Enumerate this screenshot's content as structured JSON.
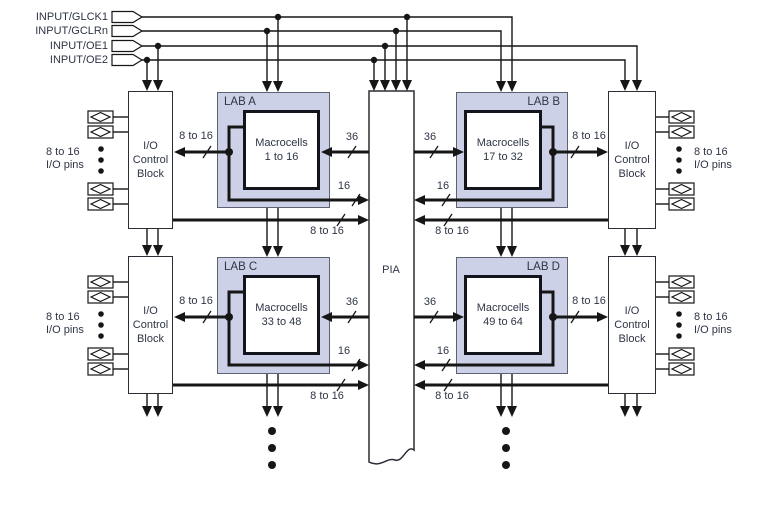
{
  "inputs": {
    "i1": "INPUT/GLCK1",
    "i2": "INPUT/GCLRn",
    "i3": "INPUT/OE1",
    "i4": "INPUT/OE2"
  },
  "labs": {
    "a": {
      "name": "LAB A",
      "title": "Macrocells",
      "range": "1 to 16"
    },
    "b": {
      "name": "LAB B",
      "title": "Macrocells",
      "range": "17 to 32"
    },
    "c": {
      "name": "LAB C",
      "title": "Macrocells",
      "range": "33 to 48"
    },
    "d": {
      "name": "LAB D",
      "title": "Macrocells",
      "range": "49 to 64"
    }
  },
  "io_block": {
    "l1": "I/O",
    "l2": "Control",
    "l3": "Block"
  },
  "pia": {
    "label": "PIA"
  },
  "buses": {
    "w8to16": "8 to 16",
    "w36": "36",
    "w16": "16"
  },
  "io_pins": {
    "l1": "8 to 16",
    "l2": "I/O pins"
  },
  "colors": {
    "line": "#161616",
    "lab_fill": "#cdd1e7",
    "text": "#2e3545"
  }
}
